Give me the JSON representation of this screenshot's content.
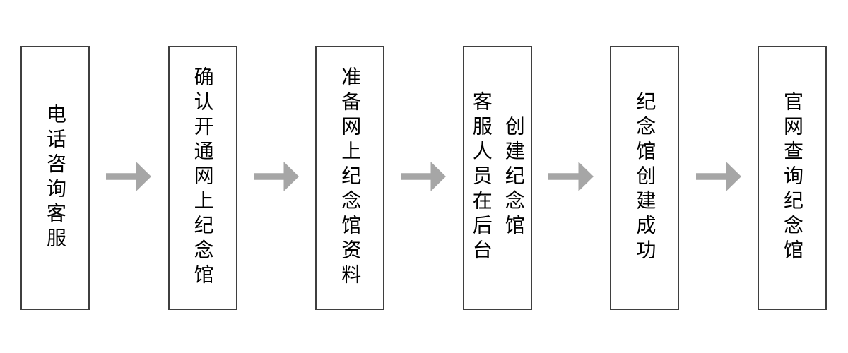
{
  "flowchart": {
    "description": "online memorial hall creation process flow",
    "direction": "left-to-right",
    "steps": [
      {
        "id": 1,
        "label": "电话咨询客服"
      },
      {
        "id": 2,
        "label": "确认开通网上纪念馆"
      },
      {
        "id": 3,
        "label": "准备网上纪念馆资料"
      },
      {
        "id": 4,
        "label": "客服人员在后台\n创建纪念馆"
      },
      {
        "id": 5,
        "label": "纪念馆创建成功"
      },
      {
        "id": 6,
        "label": "官网查询纪念馆"
      }
    ],
    "connector": "arrow-right",
    "colors": {
      "box_border": "#3f3f3f",
      "arrow": "#a6a6a6",
      "text": "#000000",
      "background": "#ffffff"
    }
  }
}
